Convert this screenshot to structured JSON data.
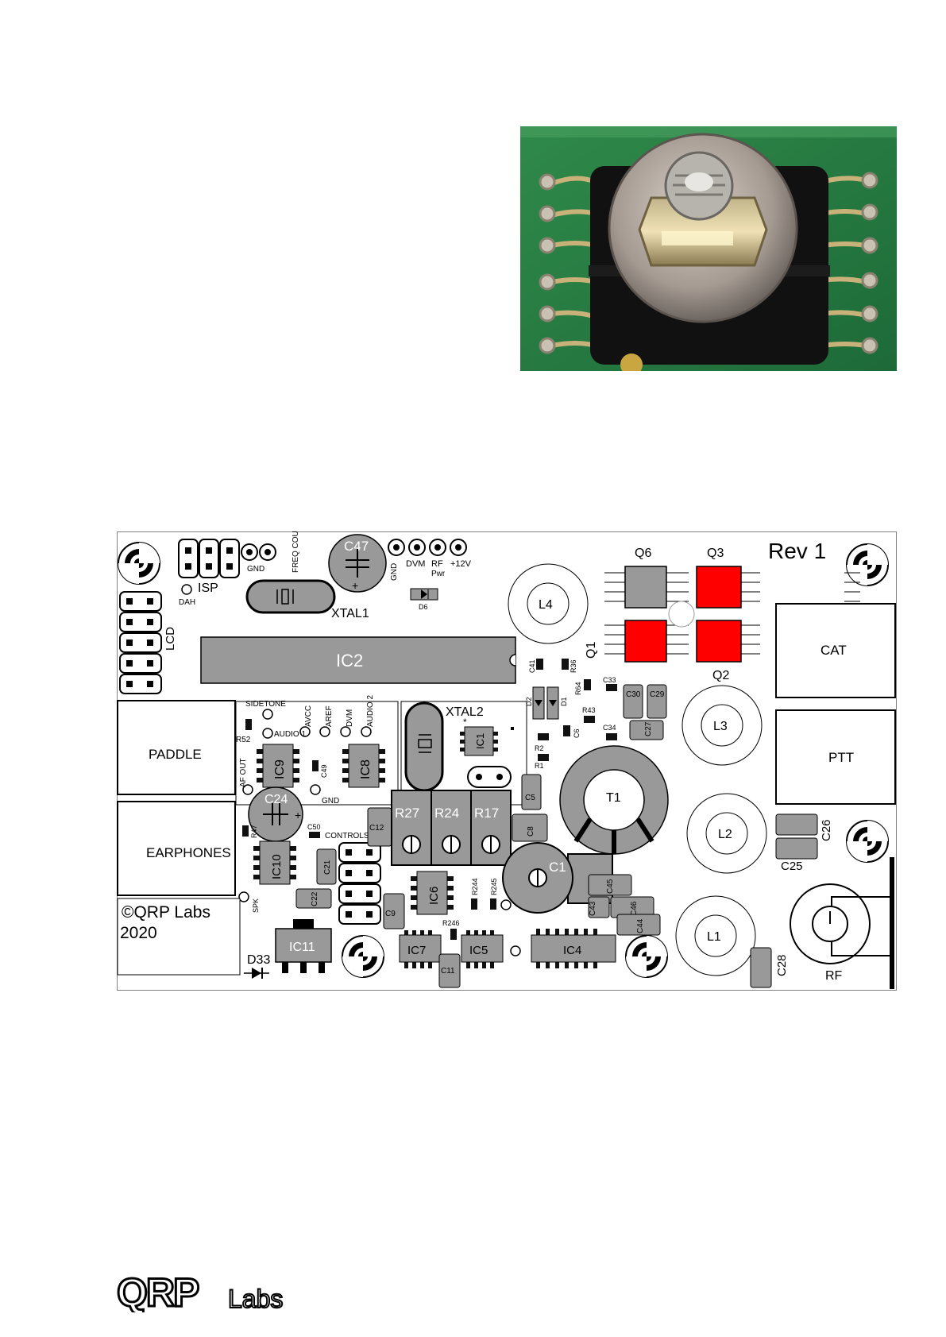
{
  "board": {
    "revision": "Rev 1",
    "copyright": "©QRP Labs",
    "year": "2020",
    "connectors": {
      "isp": "ISP",
      "dah": "DAH",
      "lcd": "LCD",
      "gnd1": "GND",
      "freq_count": "FREQ COUNT",
      "gnd2": "GND",
      "dvm": "DVM",
      "rf": "RF",
      "pwr": "Pwr",
      "v12": "+12V",
      "paddle": "PADDLE",
      "earphones": "EARPHONES",
      "cat": "CAT",
      "ptt": "PTT",
      "rf_out": "RF",
      "sidetone": "SIDETONE",
      "avcc": "AVCC",
      "aref": "AREF",
      "dvm2": "DVM",
      "audio2": "AUDIO 2",
      "audio1": "AUDIO 1",
      "af_out": "AF OUT",
      "gnd3": "GND",
      "control": "CONTROLS",
      "spk": "SPK"
    },
    "components": {
      "c47": "C47",
      "xtal1": "XTAL1",
      "d6": "D6",
      "ic2": "IC2",
      "l4": "L4",
      "q6": "Q6",
      "q3": "Q3",
      "q1": "Q1",
      "q2": "Q2",
      "l3": "L3",
      "t1": "T1",
      "l2": "L2",
      "l1": "L1",
      "c41": "C41",
      "r36": "R36",
      "r64": "R64",
      "c33": "C33",
      "c30": "C30",
      "c29": "C29",
      "d2": "D2",
      "d1": "D1",
      "r43": "R43",
      "c34": "C34",
      "c27": "C27",
      "c6": "C6",
      "r2": "R2",
      "r1": "R1",
      "xtal2": "XTAL2",
      "ic1": "IC1",
      "r52": "R52",
      "ic9": "IC9",
      "c49": "C49",
      "ic8": "IC8",
      "c24": "C24",
      "r47": "R47",
      "c50": "C50",
      "ic10": "IC10",
      "c21": "C21",
      "c22": "C22",
      "c12": "C12",
      "r27": "R27",
      "r24": "R24",
      "r17": "R17",
      "c5": "C5",
      "c8": "C8",
      "c26": "C26",
      "c25": "C25",
      "c1": "C1",
      "c45": "C45",
      "c43": "C43",
      "c46": "C46",
      "c44": "C44",
      "ic6": "IC6",
      "r244": "R244",
      "r245": "R245",
      "r246": "R246",
      "c9": "C9",
      "ic11": "IC11",
      "d33": "D33",
      "ic7": "IC7",
      "ic5": "IC5",
      "c11": "C11",
      "ic4": "IC4",
      "c28": "C28"
    }
  },
  "footer": {
    "brand": "QRP",
    "brand2": "Labs"
  }
}
